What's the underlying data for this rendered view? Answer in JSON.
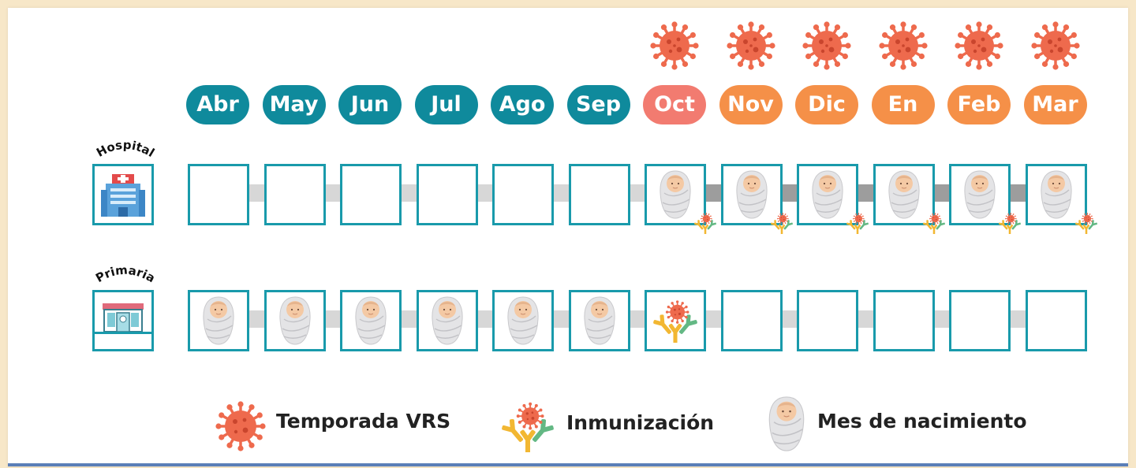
{
  "months": [
    {
      "label": "Abr",
      "color": "#0f8a9c",
      "season": false
    },
    {
      "label": "May",
      "color": "#0f8a9c",
      "season": false
    },
    {
      "label": "Jun",
      "color": "#0f8a9c",
      "season": false
    },
    {
      "label": "Jul",
      "color": "#0f8a9c",
      "season": false
    },
    {
      "label": "Ago",
      "color": "#0f8a9c",
      "season": false
    },
    {
      "label": "Sep",
      "color": "#0f8a9c",
      "season": false
    },
    {
      "label": "Oct",
      "color": "#f27b70",
      "season": true
    },
    {
      "label": "Nov",
      "color": "#f59048",
      "season": true
    },
    {
      "label": "Dic",
      "color": "#f59048",
      "season": true
    },
    {
      "label": "En",
      "color": "#f59048",
      "season": true
    },
    {
      "label": "Feb",
      "color": "#f59048",
      "season": true
    },
    {
      "label": "Mar",
      "color": "#f59048",
      "season": true
    }
  ],
  "rows": [
    {
      "label": "Hospital",
      "icon": "hospital-icon",
      "cells": [
        {
          "baby": false,
          "immunization": false
        },
        {
          "baby": false,
          "immunization": false
        },
        {
          "baby": false,
          "immunization": false
        },
        {
          "baby": false,
          "immunization": false
        },
        {
          "baby": false,
          "immunization": false
        },
        {
          "baby": false,
          "immunization": false
        },
        {
          "baby": true,
          "immunization": true
        },
        {
          "baby": true,
          "immunization": true
        },
        {
          "baby": true,
          "immunization": true
        },
        {
          "baby": true,
          "immunization": true
        },
        {
          "baby": true,
          "immunization": true
        },
        {
          "baby": true,
          "immunization": true
        }
      ]
    },
    {
      "label": "Primaria",
      "icon": "clinic-icon",
      "cells": [
        {
          "baby": true,
          "immunization": false
        },
        {
          "baby": true,
          "immunization": false
        },
        {
          "baby": true,
          "immunization": false
        },
        {
          "baby": true,
          "immunization": false
        },
        {
          "baby": true,
          "immunization": false
        },
        {
          "baby": true,
          "immunization": false
        },
        {
          "baby": false,
          "immunization": true,
          "big": true
        },
        {
          "baby": false,
          "immunization": false
        },
        {
          "baby": false,
          "immunization": false
        },
        {
          "baby": false,
          "immunization": false
        },
        {
          "baby": false,
          "immunization": false
        },
        {
          "baby": false,
          "immunization": false
        }
      ]
    }
  ],
  "legend": {
    "season": "Temporada VRS",
    "immunization": "Inmunización",
    "birth_month": "Mes de nacimiento"
  },
  "colors": {
    "teal": "#0f8a9c",
    "border": "#199aab",
    "virus": "#ee6a4d",
    "virus_dark": "#c9452d",
    "orange": "#f59048",
    "salmon": "#f27b70"
  }
}
